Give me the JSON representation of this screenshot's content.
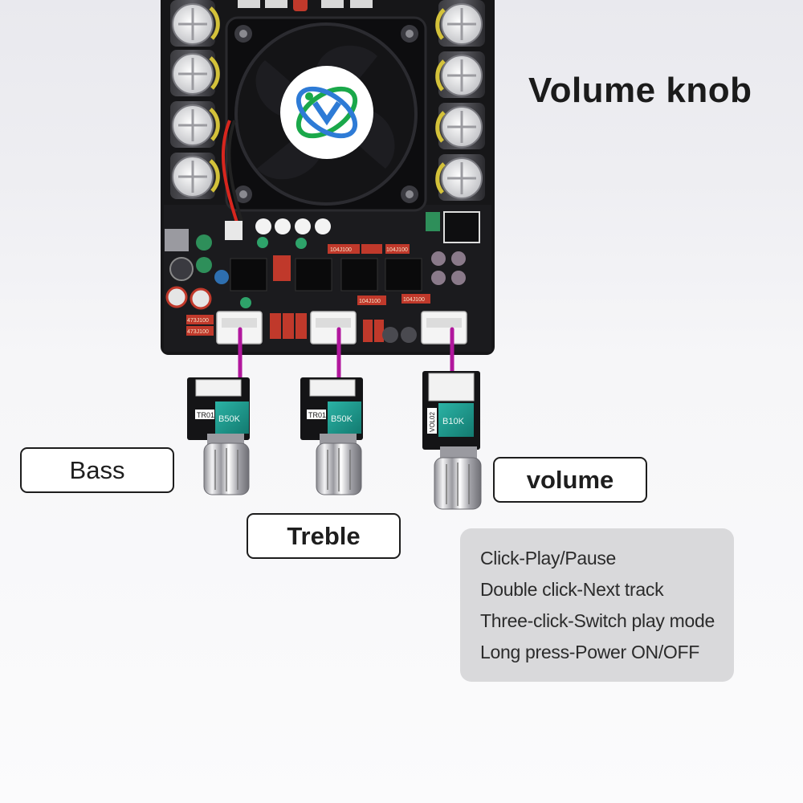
{
  "title": "Volume knob",
  "labels": {
    "bass": "Bass",
    "treble": "Treble",
    "volume": "volume"
  },
  "knob_marks": {
    "bass": {
      "module": "TR01",
      "pot": "B50K"
    },
    "treble": {
      "module": "TR01",
      "pot": "B50K"
    },
    "volume": {
      "module": "VOL02",
      "pot": "B10K"
    }
  },
  "board_marks": [
    "473J100",
    "473J100",
    "104J100",
    "104J100",
    "104J100",
    "104J100"
  ],
  "volume_functions": [
    "Click-Play/Pause",
    "Double click-Next track",
    "Three-click-Switch play mode",
    "Long press-Power ON/OFF"
  ],
  "colors": {
    "cable": "#b1179d",
    "pcb": "#161618",
    "pot_body": "#1e9a8e",
    "label_border": "#1d1d1d",
    "panel_bg": "#d9d9db"
  }
}
